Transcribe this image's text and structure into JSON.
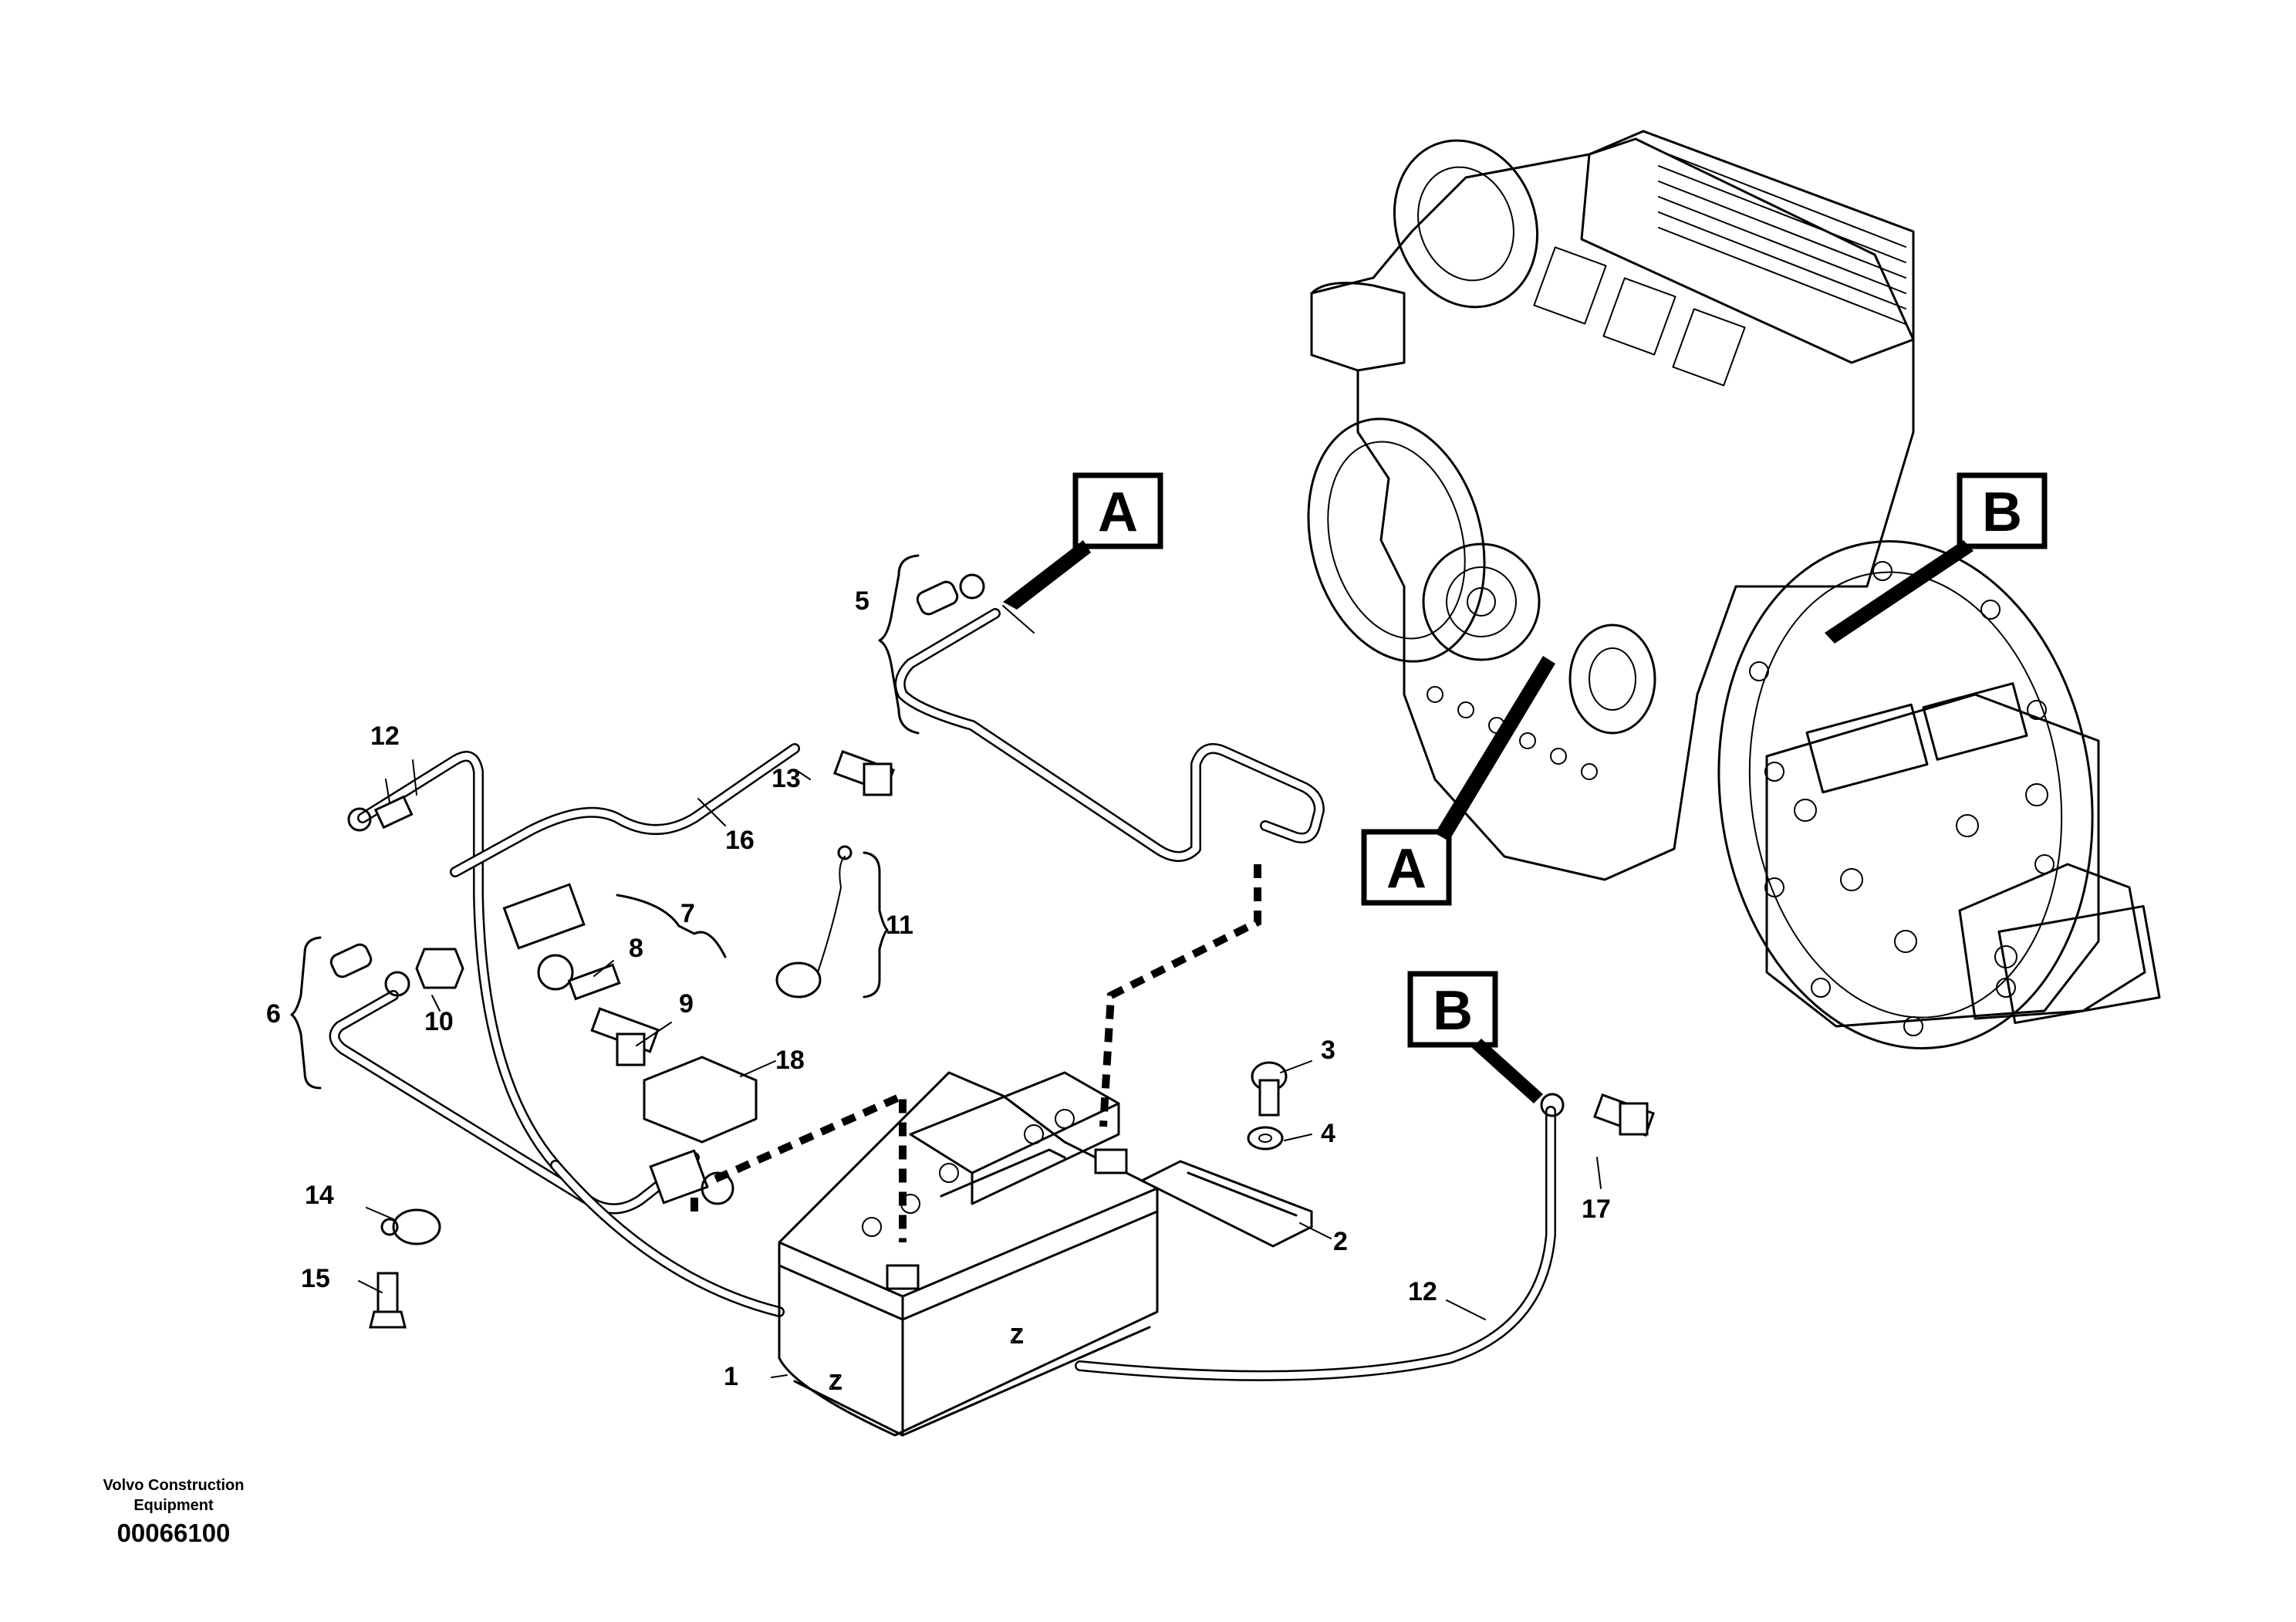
{
  "callouts": {
    "c1": "1",
    "c2": "2",
    "c3": "3",
    "c4": "4",
    "c5": "5",
    "c6": "6",
    "c7": "7",
    "c8": "8",
    "c9": "9",
    "c10": "10",
    "c11": "11",
    "c12a": "12",
    "c12b": "12",
    "c13": "13",
    "c14": "14",
    "c15": "15",
    "c16": "16",
    "c17": "17",
    "c18": "18"
  },
  "references": {
    "a_top": "A",
    "a_engine": "A",
    "b_engine": "B",
    "b_cable": "B"
  },
  "footer": {
    "org_line1": "Volvo Construction",
    "org_line2": "Equipment",
    "doc_number": "00066100"
  }
}
